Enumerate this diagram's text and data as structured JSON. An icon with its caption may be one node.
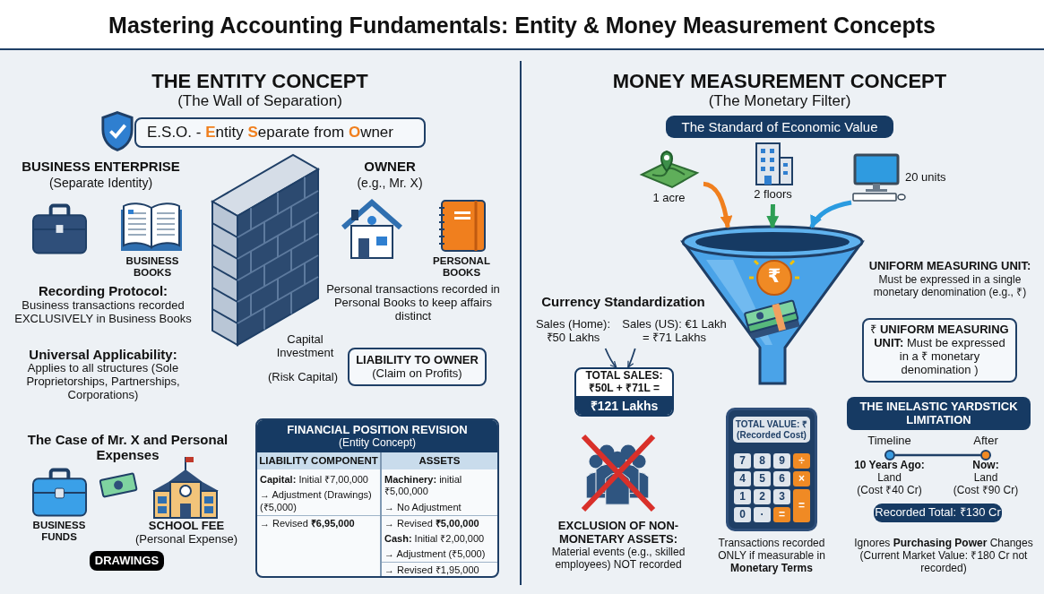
{
  "diagram": {
    "title": "Mastering Accounting Fundamentals: Entity & Money Measurement Concepts",
    "nodes": [
      {
        "text": [
          "E.S.O. - **E**ntity **S**eparate from **O**wner"
        ]
      },
      {
        "text": [
          "LIABILITY TO OWNER",
          "(Claim on Profits)"
        ]
      },
      {
        "text": [
          "FINANCIAL POSITION REVISION",
          "(Entity Concept)"
        ]
      },
      {
        "text": [
          "DRAWINGS"
        ]
      },
      {
        "text": [
          "The Standard of Economic Value"
        ]
      },
      {
        "text": [
          "1 acre"
        ]
      },
      {
        "text": [
          "2 floors"
        ]
      },
      {
        "text": [
          "20 units"
        ]
      },
      {
        "text": [],
        "shape": "funnel"
      },
      {
        "text": [
          "Sales (Home): ₹50 Lakhs"
        ]
      },
      {
        "text": [
          "Sales (US): €1 Lakh = ₹71 Lakhs"
        ]
      },
      {
        "text": [
          "TOTAL SALES: ₹50L + ₹71L =",
          "₹121 Lakhs"
        ]
      },
      {
        "text": [
          "₹ **UNIFORM MEASURING UNIT:** Must be expressed in a ₹ monetary denomination )"
        ]
      },
      {
        "text": [
          "THE INELASTIC YARDSTICK LIMITATION"
        ]
      },
      {
        "text": [
          "Recorded Total: ₹130 Cr"
        ]
      },
      {
        "text": [
          "TOTAL VALUE: ₹ (Recorded Cost)"
        ]
      },
      {
        "text": [],
        "shape": "circle"
      },
      {
        "text": [],
        "shape": "circle"
      }
    ],
    "edges": [
      {
        "from": 5,
        "to": 8,
        "arrow": "to",
        "style": "thick",
        "color": "#f07f1e"
      },
      {
        "from": 6,
        "to": 8,
        "arrow": "to",
        "style": "thick",
        "color": "#2e9e55"
      },
      {
        "from": 7,
        "to": 8,
        "arrow": "to",
        "style": "thick",
        "color": "#2a9be0"
      },
      {
        "from": 9,
        "to": 11,
        "arrow": "to"
      },
      {
        "from": 10,
        "to": 11,
        "arrow": "to"
      },
      {
        "from": 16,
        "to": 17,
        "arrow": "none"
      }
    ],
    "labels": [
      "THE ENTITY CONCEPT",
      "(The Wall of Separation)",
      "BUSINESS ENTERPRISE",
      "(Separate Identity)",
      "BUSINESS BOOKS",
      "OWNER",
      "(e.g., Mr. X)",
      "PERSONAL BOOKS",
      "Recording Protocol:",
      "Business transactions recorded EXCLUSIVELY in Business Books",
      "Personal transactions recorded in Personal Books to keep affairs distinct",
      "Universal Applicability:",
      "Applies to all structures (Sole Proprietorships, Partnerships, Corporations)",
      "Capital Investment",
      "(Risk Capital)",
      "The Case of Mr. X and Personal Expenses",
      "BUSINESS FUNDS",
      "SCHOOL FEE",
      "(Personal Expense)",
      "LIABILITY COMPONENT",
      "ASSETS",
      "**Capital:** Initial ₹7,00,000",
      "→ Adjustment (Drawings) (₹5,000)",
      "→ Revised **₹6,95,000**",
      "**Machinery:** initial ₹5,00,000",
      "→ No Adjustment",
      "→ Revised **₹5,00,000**",
      "**Cash:** Initial ₹2,00,000",
      "→ Adjustment (₹5,000)",
      "→ Revised ₹1,95,000",
      "MONEY MEASUREMENT CONCEPT",
      "(The Monetary Filter)",
      "UNIFORM MEASURING UNIT:",
      "Must be expressed in a single monetary denomination (e.g., ₹)",
      "Currency Standardization",
      "EXCLUSION OF NON-MONETARY ASSETS:",
      "Material events (e.g., skilled employees) NOT recorded",
      "7",
      "8",
      "9",
      "÷",
      "4",
      "5",
      "6",
      "×",
      "1",
      "2",
      "3",
      "=",
      "0",
      "·",
      "=",
      "Transactions recorded ONLY if measurable in **Monetary Terms**",
      "Timeline",
      "After",
      "10 Years Ago:",
      "Now:",
      "Land",
      "Land",
      "(Cost ₹40 Cr)",
      "(Cost ₹90 Cr)",
      "Ignores **Purchasing Power** Changes (Current Market Value: ₹180 Cr not recorded)",
      "₹"
    ]
  }
}
